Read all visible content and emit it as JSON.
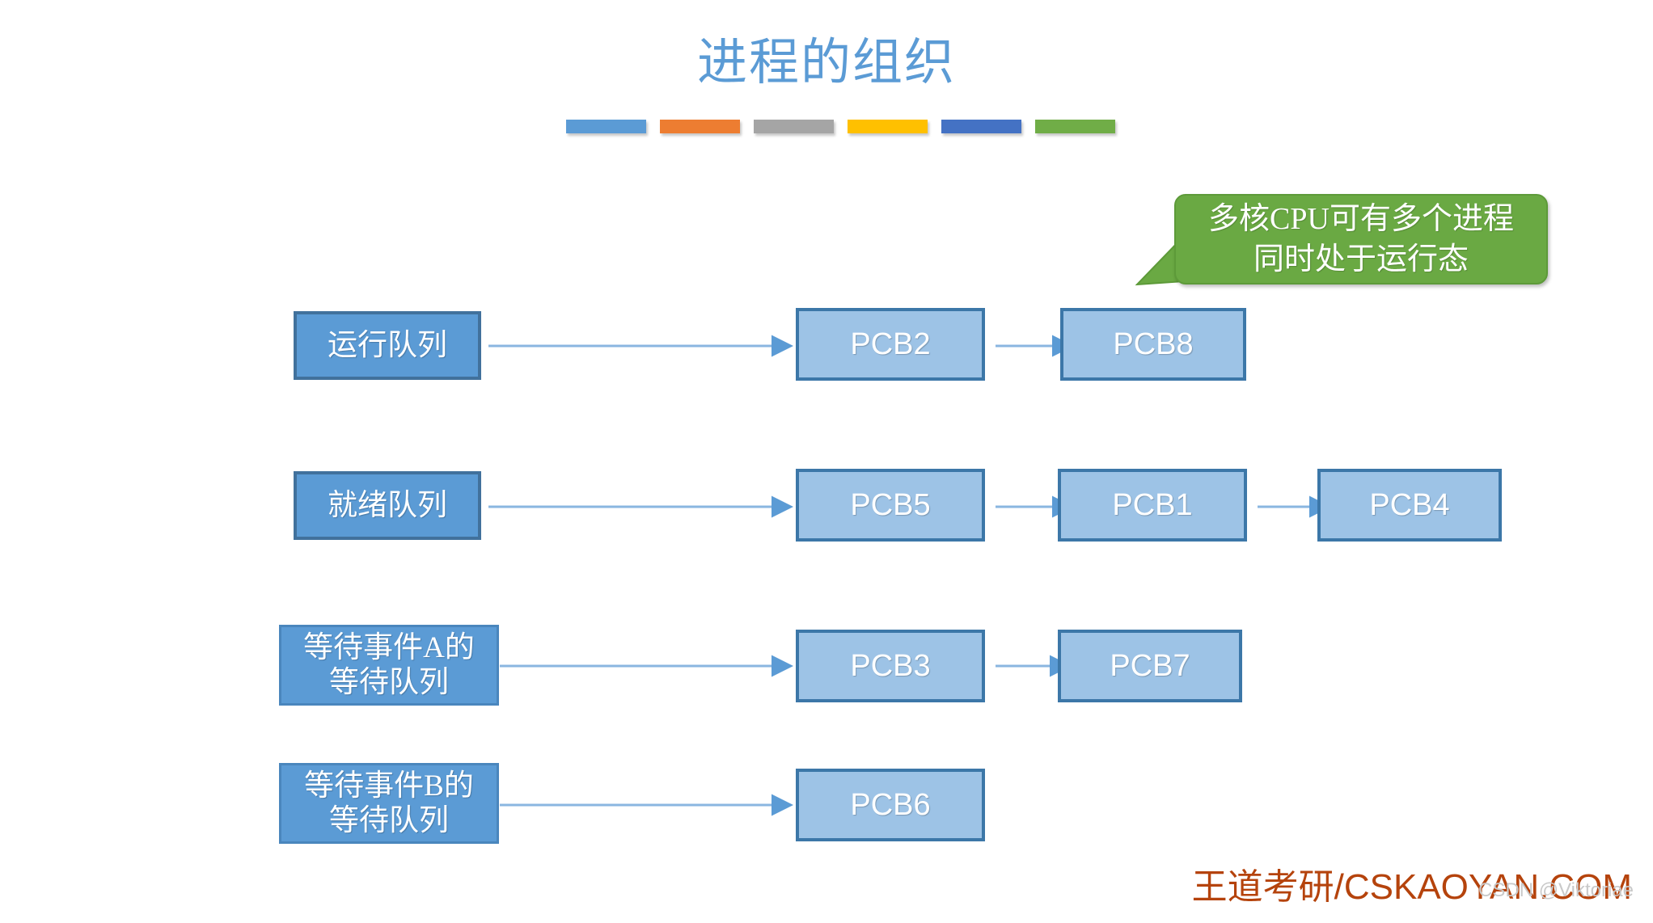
{
  "slide": {
    "title": "进程的组织",
    "title_color": "#5b9bd5",
    "background": "#ffffff"
  },
  "title_rule": {
    "bars": [
      {
        "name": "bar-blue",
        "color": "#5b9bd5"
      },
      {
        "name": "bar-orange",
        "color": "#ed7d31"
      },
      {
        "name": "bar-gray",
        "color": "#a5a5a5"
      },
      {
        "name": "bar-yellow",
        "color": "#ffc000"
      },
      {
        "name": "bar-darkblue",
        "color": "#4472c4"
      },
      {
        "name": "bar-green",
        "color": "#70ad47"
      }
    ]
  },
  "callout": {
    "line1": "多核CPU可有多个进程",
    "line2": "同时处于运行态",
    "fill_color": "#6aa943",
    "text_color": "#ffffff"
  },
  "diagram": {
    "queue_fill": "#5b9bd5",
    "queue_border": "#41719c",
    "pcb_fill": "#9dc3e6",
    "pcb_border": "#3c77a8",
    "arrow_color": "#6aa5d8",
    "rows": [
      {
        "id": "run-queue",
        "label_line1": "运行队列",
        "label_line2": "",
        "nodes": [
          "PCB2",
          "PCB8"
        ]
      },
      {
        "id": "ready-queue",
        "label_line1": "就绪队列",
        "label_line2": "",
        "nodes": [
          "PCB5",
          "PCB1",
          "PCB4"
        ]
      },
      {
        "id": "wait-queue-a",
        "label_line1": "等待事件A的",
        "label_line2": "等待队列",
        "nodes": [
          "PCB3",
          "PCB7"
        ]
      },
      {
        "id": "wait-queue-b",
        "label_line1": "等待事件B的",
        "label_line2": "等待队列",
        "nodes": [
          "PCB6"
        ]
      }
    ]
  },
  "watermarks": {
    "brand": "王道考研/CSKAOYAN.COM",
    "brand_color": "#b5430c",
    "csdn": "CSDN @Viktoriae",
    "csdn_color": "#c9c9c9"
  }
}
